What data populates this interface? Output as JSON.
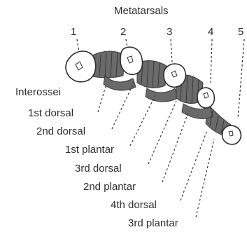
{
  "title": "Metatarsals",
  "metatarsal_numbers": [
    "1",
    "2",
    "3",
    "4",
    "5"
  ],
  "section_label": "Interossei",
  "muscle_labels": [
    "1st dorsal",
    "2nd dorsal",
    "1st plantar",
    "3rd dorsal",
    "2nd plantar",
    "4th dorsal",
    "3rd plantar"
  ],
  "colors": {
    "ink": "#2e2e2e",
    "muscle_fill": "#6a6a6a",
    "bone_fill": "#ffffff"
  }
}
